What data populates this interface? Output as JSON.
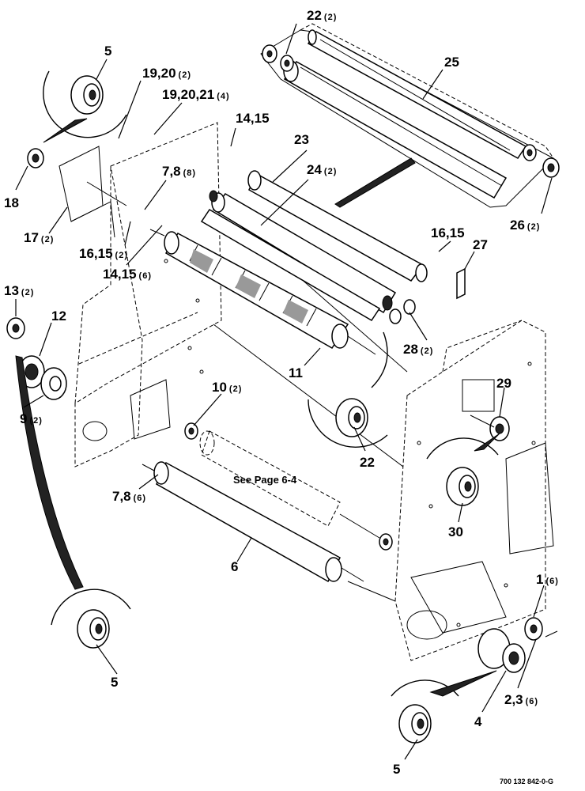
{
  "callouts": {
    "c22_top": {
      "num": "22",
      "qty": "(2)"
    },
    "c25": {
      "num": "25"
    },
    "c5_top": {
      "num": "5"
    },
    "c19_20": {
      "num": "19,20",
      "qty": "(2)"
    },
    "c19_20_21": {
      "num": "19,20,21",
      "qty": "(4)"
    },
    "c14_15_top": {
      "num": "14,15"
    },
    "c23": {
      "num": "23"
    },
    "c24": {
      "num": "24",
      "qty": "(2)"
    },
    "c7_8_top": {
      "num": "7,8",
      "qty": "(8)"
    },
    "c18": {
      "num": "18"
    },
    "c17": {
      "num": "17",
      "qty": "(2)"
    },
    "c16_15_left": {
      "num": "16,15",
      "qty": "(2)"
    },
    "c14_15_mid": {
      "num": "14,15",
      "qty": "(6)"
    },
    "c26": {
      "num": "26",
      "qty": "(2)"
    },
    "c16_15_right": {
      "num": "16,15"
    },
    "c27": {
      "num": "27"
    },
    "c13": {
      "num": "13",
      "qty": "(2)"
    },
    "c12": {
      "num": "12"
    },
    "c28": {
      "num": "28",
      "qty": "(2)"
    },
    "c11": {
      "num": "11"
    },
    "c9": {
      "num": "9",
      "qty": "(2)"
    },
    "c10": {
      "num": "10",
      "qty": "(2)"
    },
    "c29": {
      "num": "29"
    },
    "c22_mid": {
      "num": "22"
    },
    "c7_8_low": {
      "num": "7,8",
      "qty": "(6)"
    },
    "c30": {
      "num": "30"
    },
    "c6": {
      "num": "6"
    },
    "c1": {
      "num": "1",
      "qty": "(6)"
    },
    "c5_bottom_left": {
      "num": "5"
    },
    "c2_3": {
      "num": "2,3",
      "qty": "(6)"
    },
    "c4": {
      "num": "4"
    },
    "c5_bottom": {
      "num": "5"
    }
  },
  "note": "See Page 6-4",
  "drawing_code": "700 132 842-0-G",
  "icons": [
    "bearing-icon",
    "roller-icon",
    "frame-icon"
  ]
}
